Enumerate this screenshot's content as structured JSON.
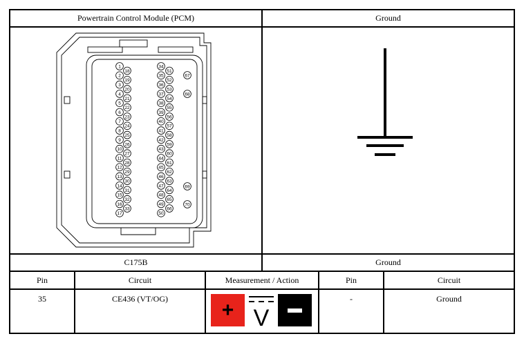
{
  "header": {
    "left_title": "Powertrain Control Module (PCM)",
    "right_title": "Ground"
  },
  "connector": {
    "id": "C175B",
    "ground_label": "Ground",
    "pins_col1": [
      "1",
      "2",
      "3",
      "4",
      "5",
      "6",
      "7",
      "8",
      "9",
      "10",
      "11",
      "12",
      "13",
      "14",
      "15",
      "16",
      "17"
    ],
    "pins_col2": [
      "18",
      "19",
      "20",
      "21",
      "22",
      "23",
      "24",
      "25",
      "26",
      "27",
      "28",
      "29",
      "30",
      "31",
      "32",
      "33"
    ],
    "pins_col3": [
      "34",
      "35",
      "36",
      "37",
      "38",
      "39",
      "40",
      "41",
      "42",
      "43",
      "44",
      "45",
      "46",
      "47",
      "48",
      "49",
      "50"
    ],
    "pins_col4": [
      "51",
      "52",
      "53",
      "54",
      "55",
      "56",
      "57",
      "58",
      "59",
      "60",
      "61",
      "62",
      "63",
      "64",
      "65",
      "66"
    ],
    "pins_extra": [
      "67",
      "68",
      "69",
      "70"
    ]
  },
  "table": {
    "headers": [
      "Pin",
      "Circuit",
      "Measurement / Action",
      "Pin",
      "Circuit"
    ],
    "row": {
      "pin": "35",
      "circuit": "CE436 (VT/OG)",
      "pin2": "-",
      "circuit2": "Ground"
    }
  },
  "meter": {
    "plus_color": "#e8231b",
    "minus_color": "#000000",
    "plus_symbol": "+",
    "minus_symbol": "−",
    "volt_symbol": "V"
  }
}
